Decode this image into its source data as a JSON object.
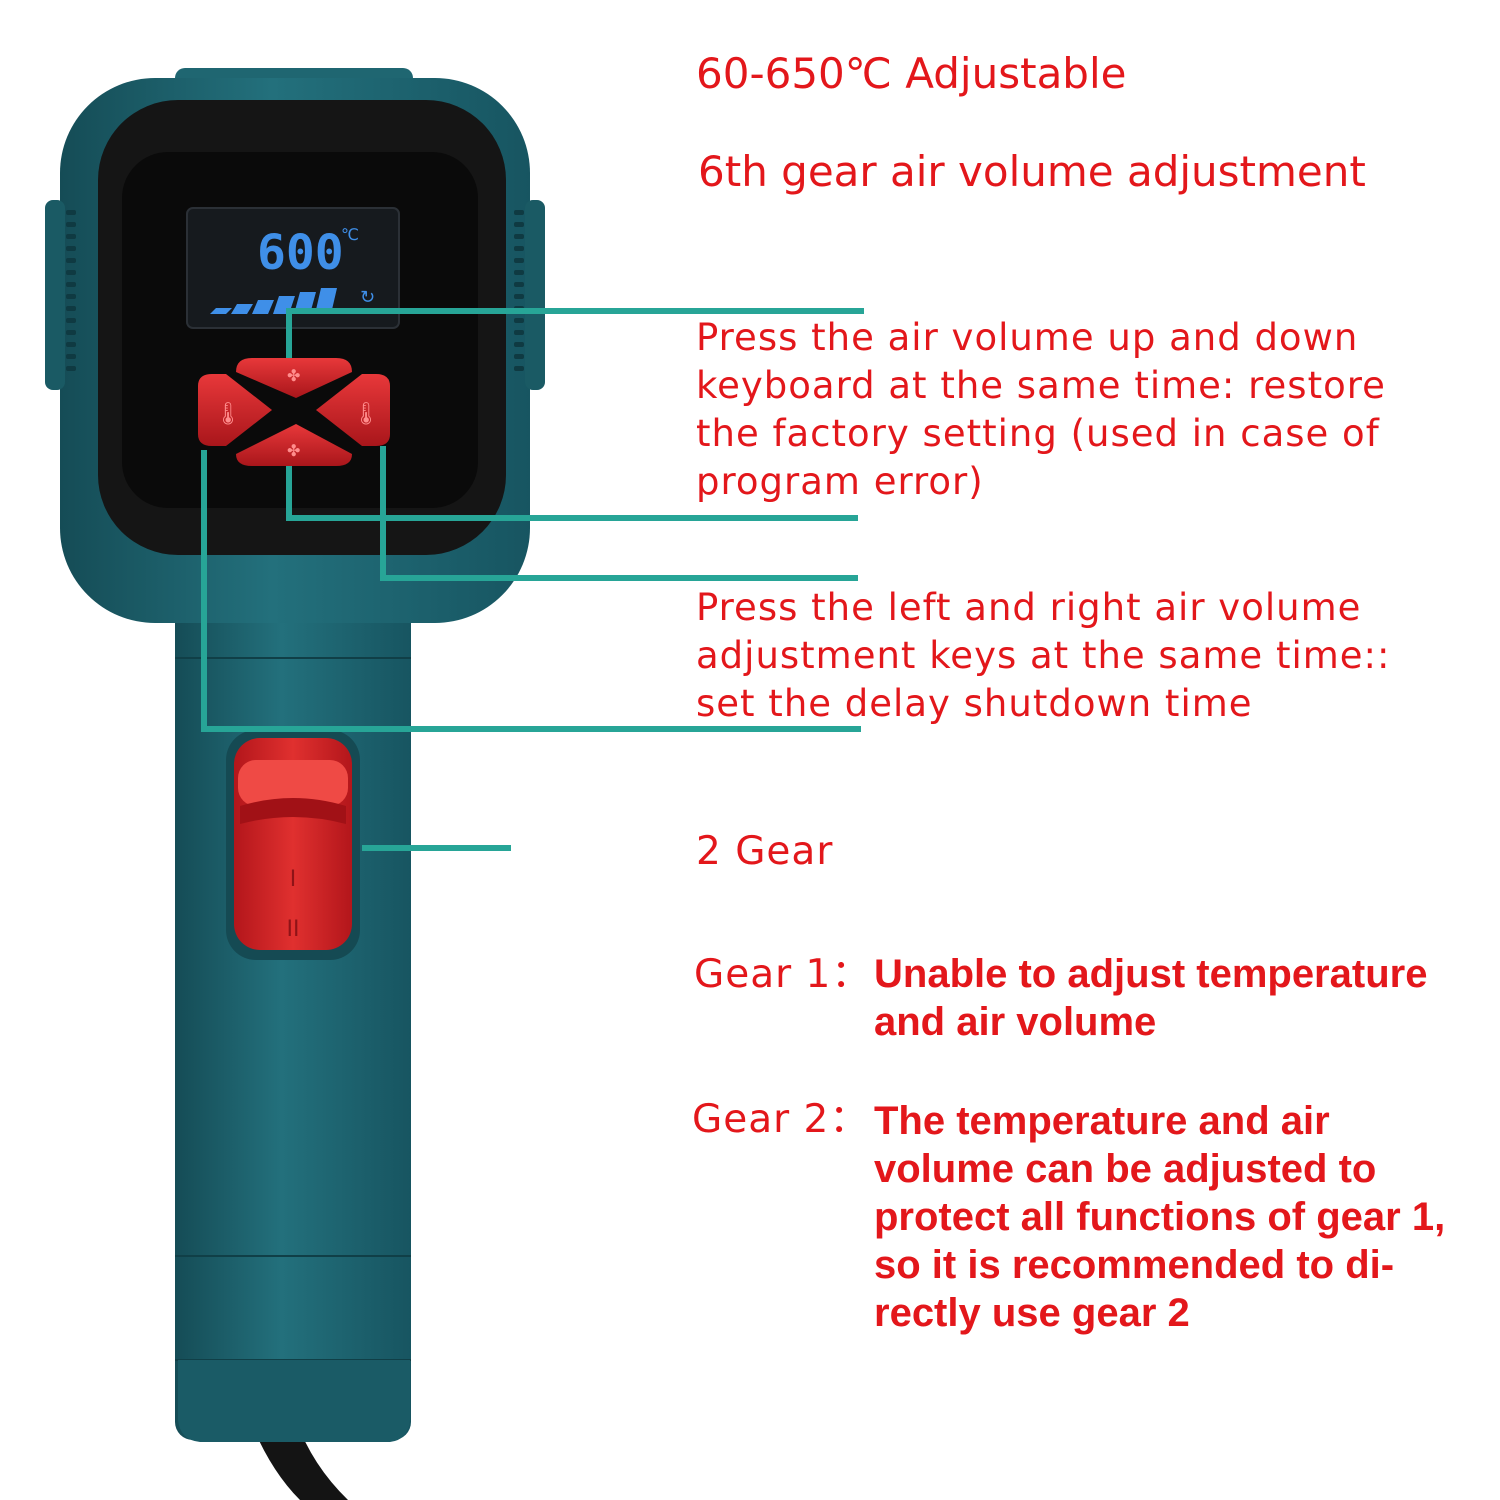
{
  "display": {
    "temperature": "600",
    "unit": "℃",
    "air_volume_level_of_6": 6
  },
  "annotations": {
    "temperature_range": "60-650℃ Adjustable",
    "air_volume_gears": "6th gear air volume adjustment",
    "factory_reset": "Press the air volume up and down\nkeyboard at the same time: restore\nthe factory setting (used in case of\nprogram error)",
    "delay_shutdown": "Press the left and right air volume\nadjustment keys at the same time::\nset the delay shutdown time",
    "switch_title": "2 Gear",
    "gear1_label": "Gear 1：",
    "gear1_desc": "Unable to adjust temperature\nand air volume",
    "gear2_label": "Gear 2：",
    "gear2_desc": "The temperature and air\nvolume can be adjusted to\nprotect all functions of gear 1,\nso it is recommended to di-\nrectly use gear 2"
  },
  "switch": {
    "position_1": "I",
    "position_2": "II"
  },
  "colors": {
    "body_teal": "#1d5f6a",
    "accent_red": "#d61f24",
    "leader_line": "#27a597",
    "text_red": "#e3171b",
    "display_blue": "#3f8fe8"
  }
}
